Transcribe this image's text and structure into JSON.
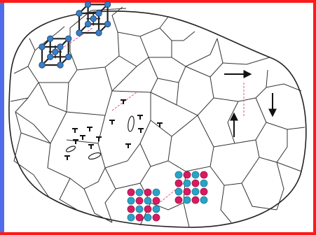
{
  "frame": {
    "outer_color": "#ff1a1a",
    "left_accent_color": "#4f6de8",
    "background": "#ffffff"
  },
  "colors": {
    "outline": "#222222",
    "grain_boundary": "#333333",
    "atom_blue": "#3b7fc4",
    "atom_blue_edge": "#1f4f85",
    "misfit_line": "#e0508a",
    "solute_red": "#d81b60",
    "solute_teal": "#29a3c6",
    "dislocation": "#111111"
  },
  "icons": {
    "bcc_cell": "cube-lattice-icon",
    "fcc_cell": "cube-lattice-icon",
    "dislocation": "perpendicular-t-symbol",
    "void": "ellipse-void",
    "domain_arrow": "arrow-icon"
  },
  "features": {
    "crystal_orientation": {
      "cells": 2,
      "atoms_per_cell": 9
    },
    "dislocations": {
      "grains": 2
    },
    "alloy_grains": {
      "grains": 2,
      "rows": 4,
      "cols": 4
    },
    "magnetic_domains": {
      "arrows": [
        "right",
        "down",
        "up"
      ]
    }
  }
}
